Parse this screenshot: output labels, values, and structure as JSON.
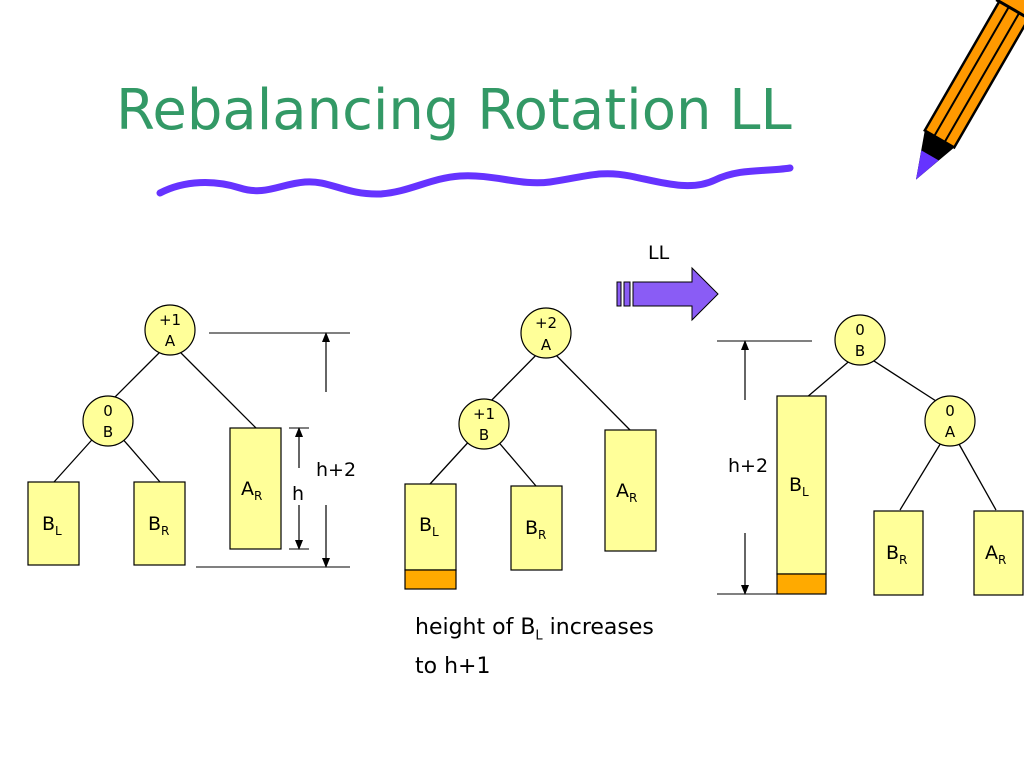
{
  "slide": {
    "title": "Rebalancing Rotation LL",
    "caption_line1_pre": "height of B",
    "caption_line1_sub": "L",
    "caption_line1_post": " increases",
    "caption_line2": "to h+1"
  },
  "colors": {
    "title": "#339966",
    "node_fill": "#FFFF99",
    "box_fill": "#FFFF99",
    "increase_fill": "#FFAA00",
    "arrow_fill": "#8A5CF5",
    "squiggle": "#6633FF",
    "pencil_body": "#FF9900"
  },
  "arrow": {
    "label": "LL"
  },
  "tree1": {
    "root": {
      "balance": "+1",
      "name": "A"
    },
    "child": {
      "balance": "0",
      "name": "B"
    },
    "boxes": [
      {
        "main": "B",
        "sub": "L"
      },
      {
        "main": "B",
        "sub": "R"
      },
      {
        "main": "A",
        "sub": "R"
      }
    ],
    "measure_outer": "h+2",
    "measure_inner": "h"
  },
  "tree2": {
    "root": {
      "balance": "+2",
      "name": "A"
    },
    "child": {
      "balance": "+1",
      "name": "B"
    },
    "boxes": [
      {
        "main": "B",
        "sub": "L"
      },
      {
        "main": "B",
        "sub": "R"
      },
      {
        "main": "A",
        "sub": "R"
      }
    ]
  },
  "tree3": {
    "root": {
      "balance": "0",
      "name": "B"
    },
    "child": {
      "balance": "0",
      "name": "A"
    },
    "boxes": [
      {
        "main": "B",
        "sub": "L"
      },
      {
        "main": "B",
        "sub": "R"
      },
      {
        "main": "A",
        "sub": "R"
      }
    ],
    "measure_outer": "h+2"
  }
}
